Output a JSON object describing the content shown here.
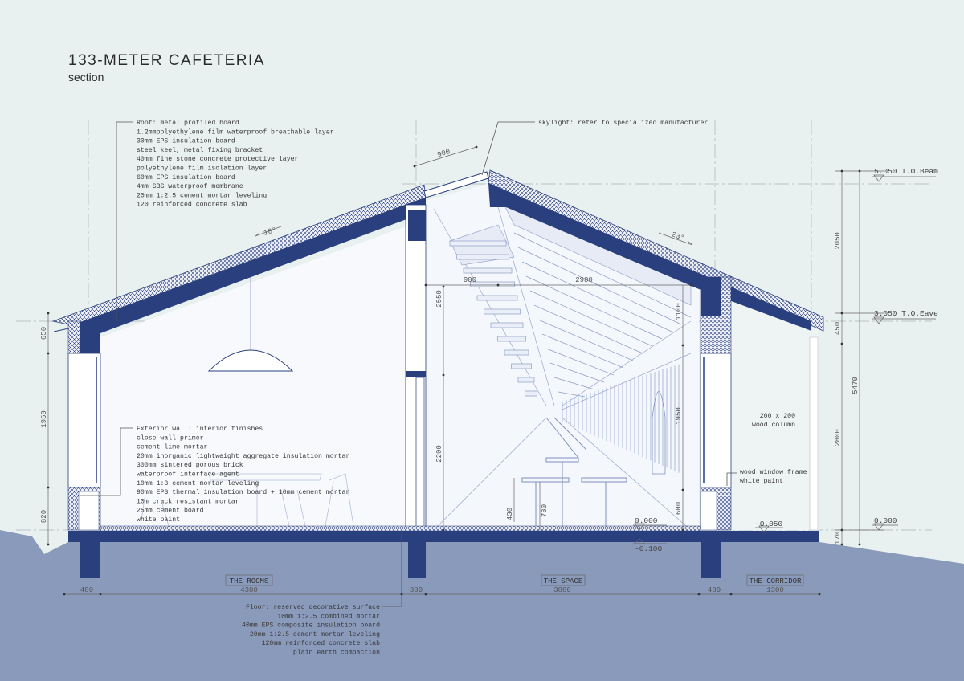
{
  "title": "133-METER CAFETERIA",
  "subtitle": "section",
  "colors": {
    "background": "#e9f0f0",
    "ground": "#8a9aba",
    "structure": "#2a3f7e",
    "interior": "#f7f9fd"
  },
  "notes": {
    "roof": [
      "Roof: metal profiled board",
      "1.2mmpolyethylene film waterproof breathable layer",
      "30mm EPS insulation board",
      "steel keel, metal fixing bracket",
      "40mm fine stone concrete protective layer",
      "polyethylene film isolation layer",
      "60mm EPS insulation board",
      "4mm SBS waterproof membrane",
      "20mm 1:2.5 cement mortar leveling",
      "120 reinforced concrete slab"
    ],
    "wall": [
      "Exterior wall: interior finishes",
      "close wall primer",
      "cement lime mortar",
      "20mm inorganic lightweight aggregate insulation mortar",
      "300mm sintered porous brick",
      "waterproof interface agent",
      "10mm 1:3 cement mortar leveling",
      "90mm EPS thermal insulation board + 10mm cement mortar",
      "10m crack resistant mortar",
      "25mm cement board",
      "white paint"
    ],
    "floor": [
      "Floor: reserved decorative surface",
      "10mm 1:2.5 combined mortar",
      "40mm EPS composite insulation board",
      "20mm 1:2.5 cement mortar leveling",
      "120mm reinforced concrete slab",
      "plain earth compaction"
    ],
    "skylight": "skylight: refer to specialized manufacturer",
    "column": [
      "200 x 200",
      "wood column"
    ],
    "window": [
      "wood window frame",
      "white paint"
    ]
  },
  "levels": {
    "beam": "5.050 T.O.Beam",
    "eave": "3.050 T.O.Eave",
    "ground_right": "0.000",
    "floor_space": "0.000",
    "slab_space": "-0.100",
    "corridor": "-0.050"
  },
  "angles": {
    "left": "18°",
    "right": "23°"
  },
  "dimensions": {
    "bottom": [
      "480",
      "4380",
      "380",
      "3880",
      "480",
      "1300"
    ],
    "left": [
      "650",
      "1950",
      "820"
    ],
    "skylight": "900",
    "middle_h": [
      "900",
      "2980"
    ],
    "middle_v": [
      "2550",
      "2200"
    ],
    "right_inner": [
      "1100",
      "1950",
      "600"
    ],
    "table": [
      "430",
      "780"
    ],
    "right": [
      "2050",
      "450",
      "2800",
      "170"
    ],
    "overall": "5470"
  },
  "rooms": [
    "THE ROOMS",
    "THE SPACE",
    "THE CORRIDOR"
  ]
}
